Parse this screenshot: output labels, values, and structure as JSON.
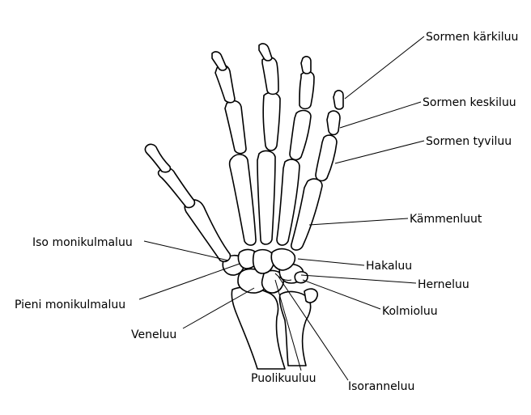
{
  "labels": {
    "sormen_karkiluu": "Sormen kärkiluu",
    "sormen_keskiluu": "Sormen keskiluu",
    "sormen_tyviluu": "Sormen tyviluu",
    "kammenluut": "Kämmenluut",
    "iso_monikulmaluu": "Iso monikulmaluu",
    "hakaluu": "Hakaluu",
    "herneluu": "Herneluu",
    "pieni_monikulmaluu": "Pieni monikulmaluu",
    "kolmioluu": "Kolmioluu",
    "veneluu": "Veneluu",
    "puolikuuluu": "Puolikuuluu",
    "isoranneluu": "Isoranneluu"
  },
  "colors": {
    "stroke": "#000000",
    "fill": "#ffffff",
    "background": "#ffffff"
  }
}
